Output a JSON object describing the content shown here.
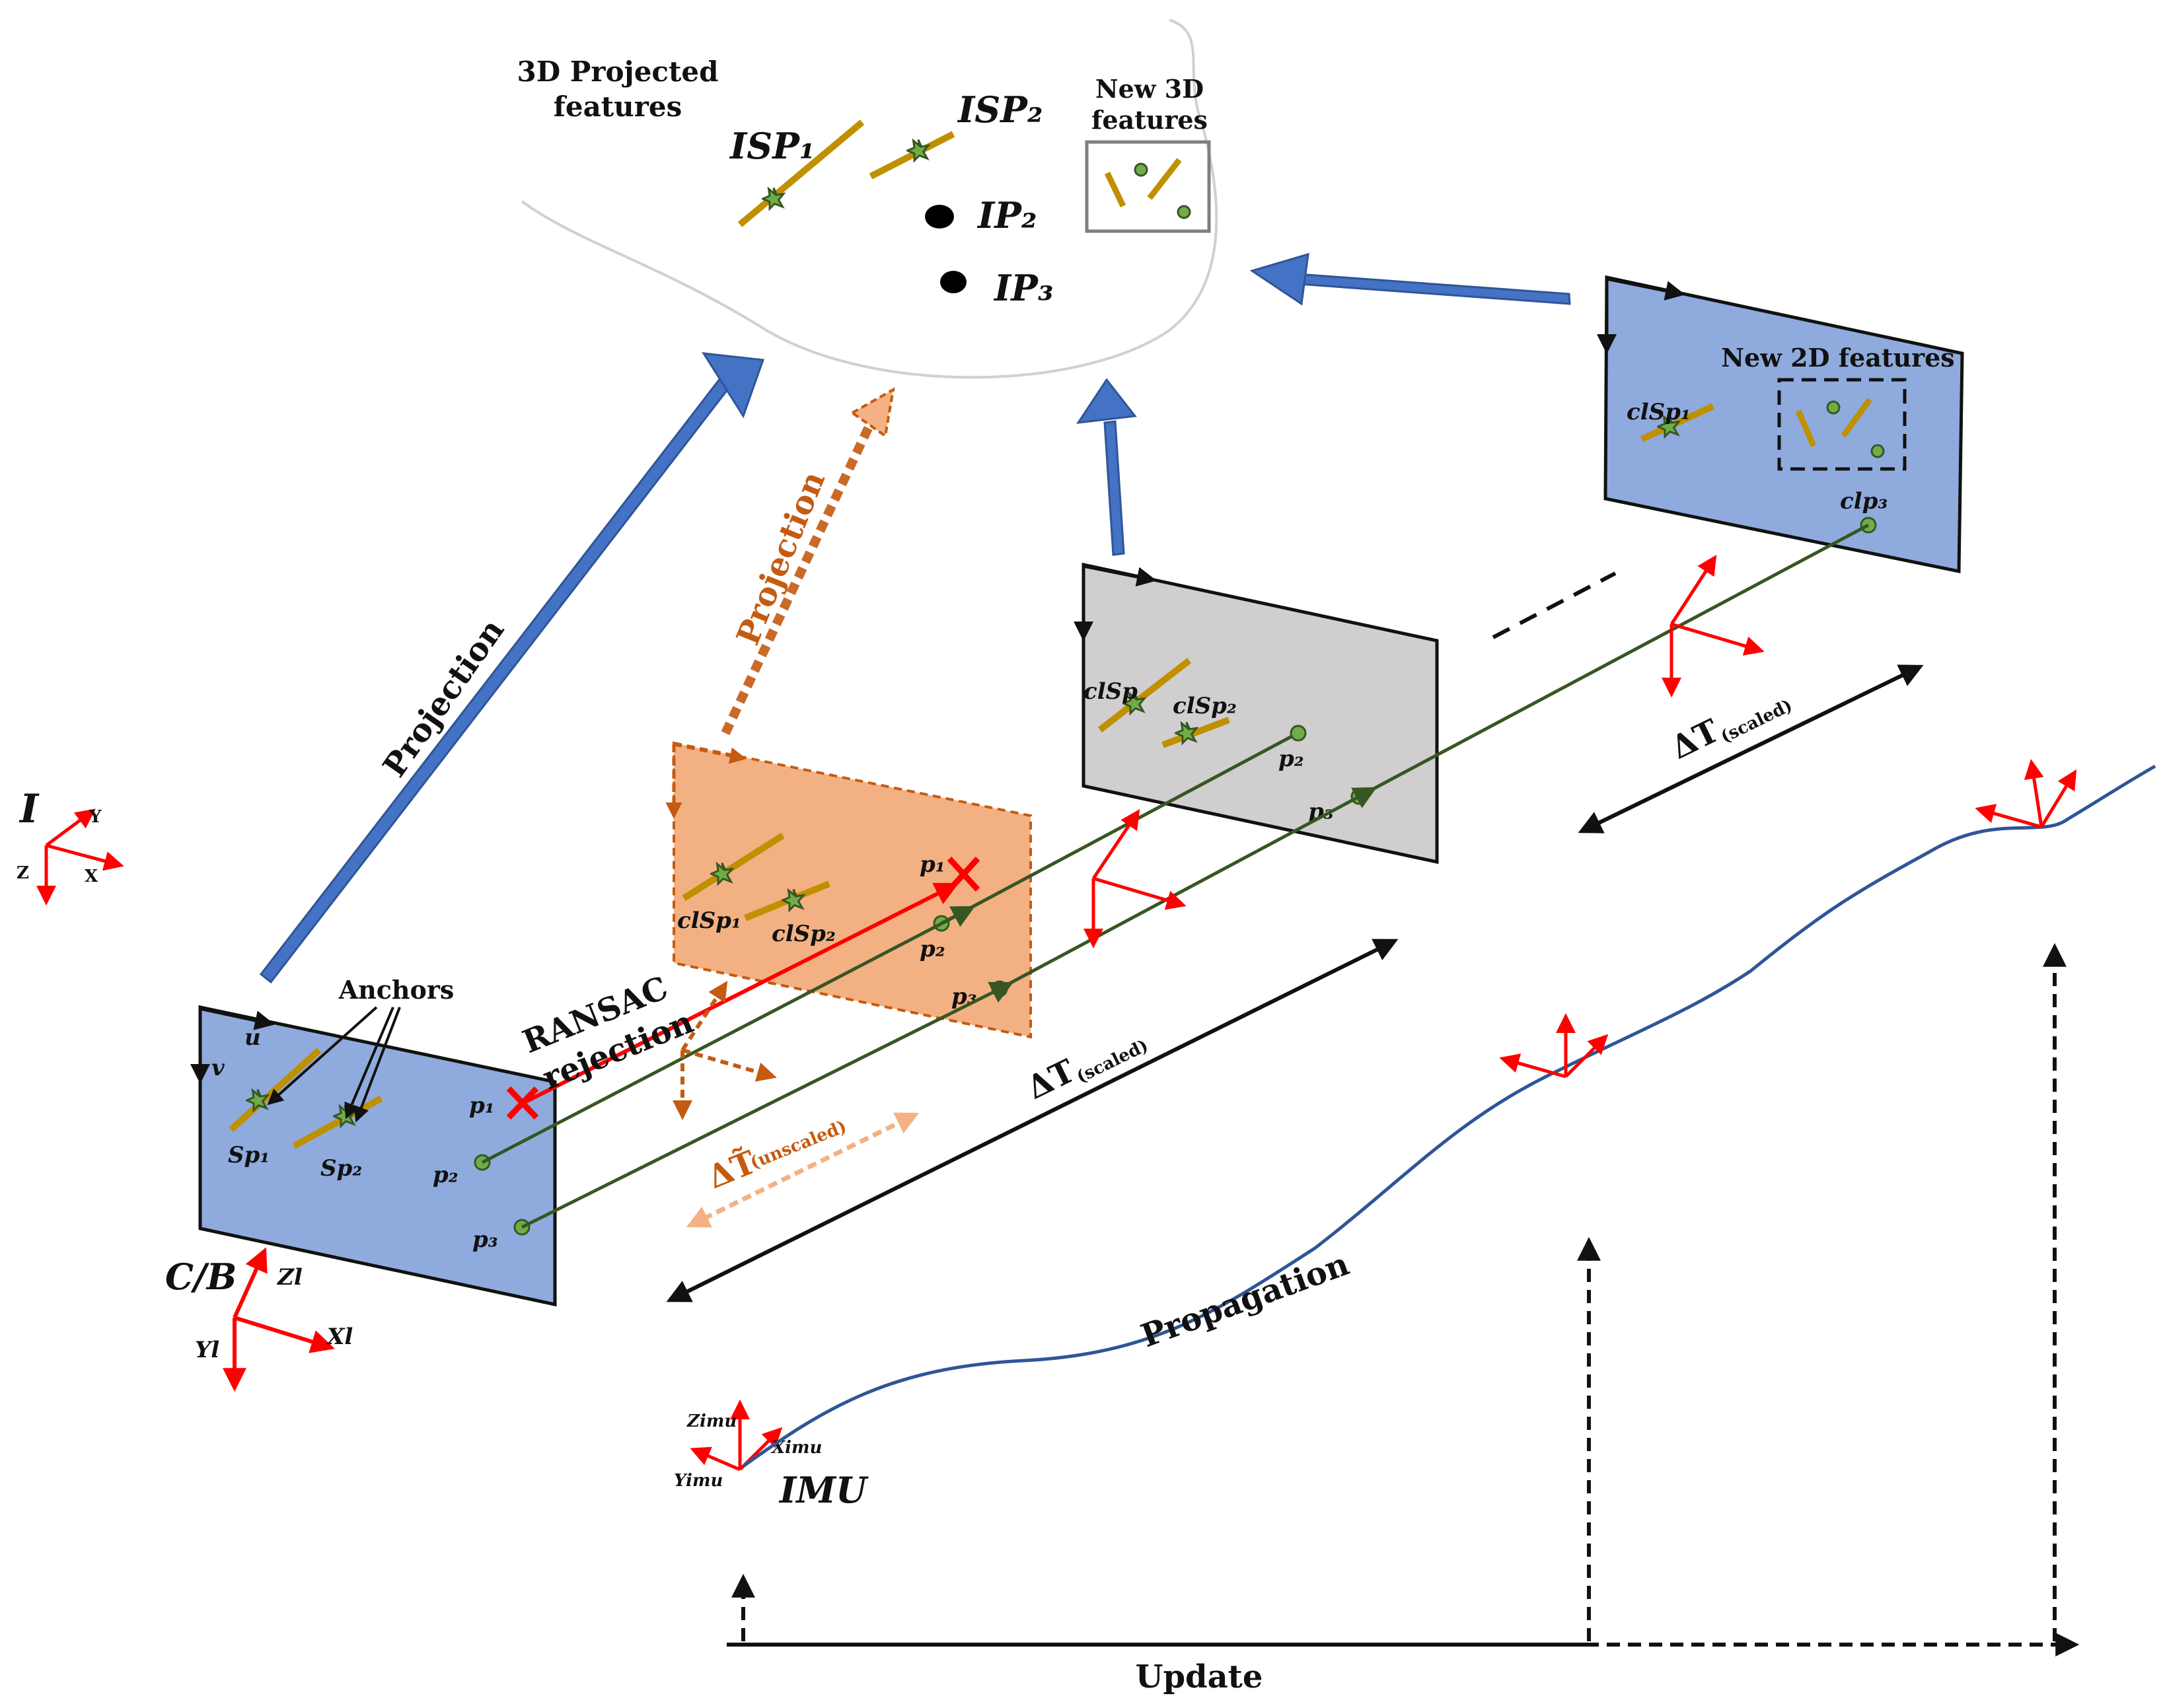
{
  "labels": {
    "projected_features": [
      "3D Projected",
      "features"
    ],
    "new_3d_features": [
      "New 3D",
      "features"
    ],
    "new_2d_features": "New 2D features",
    "projection_left": "Projection",
    "projection_mid": "Projection",
    "ransac": [
      "RANSAC",
      "rejection"
    ],
    "anchors": "Anchors",
    "propagation": "Propagation",
    "update": "Update",
    "imu": "IMU",
    "cb": "C/B",
    "inertial": "I",
    "delta_t_scaled_main": "ΔT",
    "delta_t_scaled_main_sub": "(scaled)",
    "delta_t_scaled_right": "ΔT",
    "delta_t_scaled_right_sub": "(scaled)",
    "delta_t_unscaled": "ΔT̃",
    "delta_t_unscaled_sub": "(unscaled)"
  },
  "feature_labels": {
    "isp1": "ISP₁",
    "isp2": "ISP₂",
    "ip2": "IP₂",
    "ip3": "IP₃",
    "sp1": "Sp₁",
    "sp2": "Sp₂",
    "p1": "p₁",
    "p2": "p₂",
    "p3": "p₃",
    "cl_sp1": "clSp₁",
    "cl_sp2": "clSp₂",
    "cl_sp": "clSp",
    "cl_p3": "clp₃",
    "u": "u",
    "v": "v"
  },
  "axes_labels": {
    "i_x": "X",
    "i_y": "Y",
    "i_z": "Z",
    "cam_x": "Xl",
    "cam_y": "Yl",
    "cam_z": "Zl",
    "imu_x": "Ximu",
    "imu_y": "Yimu",
    "imu_z": "Zimu"
  },
  "colors": {
    "frame_blue": "#8fabdd",
    "frame_orange": "#f3b183",
    "frame_gray": "#d0cece",
    "arrow_blue": "#4472c4",
    "projection_orange": "#c55a11",
    "feature_gold": "#bf9000",
    "feature_green": "#70ad47",
    "track_green": "#375623",
    "axis_red": "#ff0000",
    "trajectory": "#2f5597"
  }
}
